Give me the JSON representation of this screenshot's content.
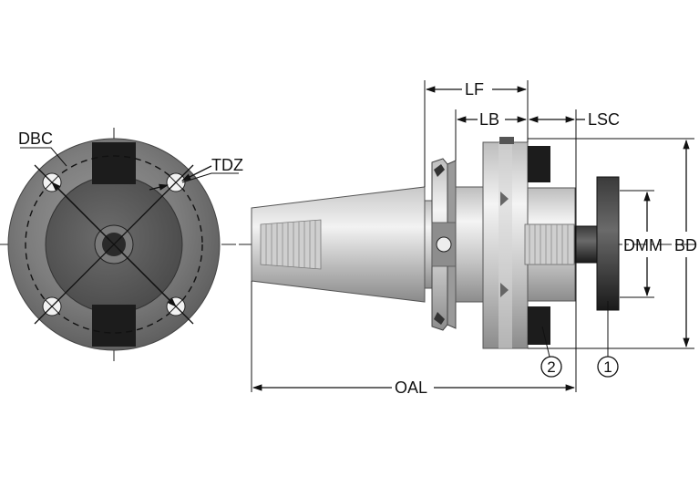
{
  "labels": {
    "dbc": "DBC",
    "tdz": "TDZ",
    "lf": "LF",
    "lb": "LB",
    "lsc": "LSC",
    "dmm": "DMM",
    "bd": "BD",
    "oal": "OAL"
  },
  "callouts": {
    "one": "1",
    "two": "2"
  },
  "colors": {
    "steel_light": "#e4e4e4",
    "steel_mid": "#a9a9a9",
    "steel_dark": "#6e6e6e",
    "black_part": "#1c1c1c",
    "line": "#111111"
  }
}
